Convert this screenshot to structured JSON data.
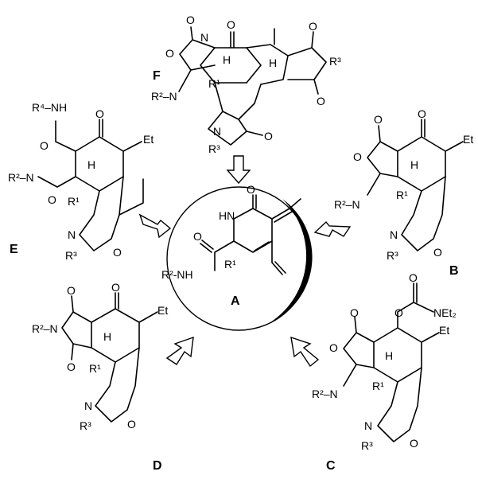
{
  "colors": {
    "ink": "#000000",
    "background": "#ffffff"
  },
  "compounds": {
    "A": {
      "label": "A",
      "nh": "HN",
      "o": "O",
      "amide": "R²-NH",
      "r1": "R¹"
    },
    "B": {
      "label": "B",
      "et": "Et",
      "imine": "R²–N",
      "h": "H",
      "r1": "R¹",
      "r3": "R³"
    },
    "C": {
      "label": "C",
      "carbamate": "NEt₂",
      "et": "Et",
      "imine": "R²–N",
      "h": "H",
      "r1": "R¹",
      "r3": "R³"
    },
    "D": {
      "label": "D",
      "et": "Et",
      "n": "R²–N",
      "h": "H",
      "r1": "R¹",
      "r3": "R³"
    },
    "E": {
      "label": "E",
      "nh": "R⁴–NH",
      "et": "Et",
      "amide": "R²–N",
      "h": "H",
      "r1": "R¹",
      "r3": "R³"
    },
    "F": {
      "label": "F",
      "imine": "R²–N",
      "h": "H",
      "r1": "R¹",
      "r3": "R³"
    }
  }
}
